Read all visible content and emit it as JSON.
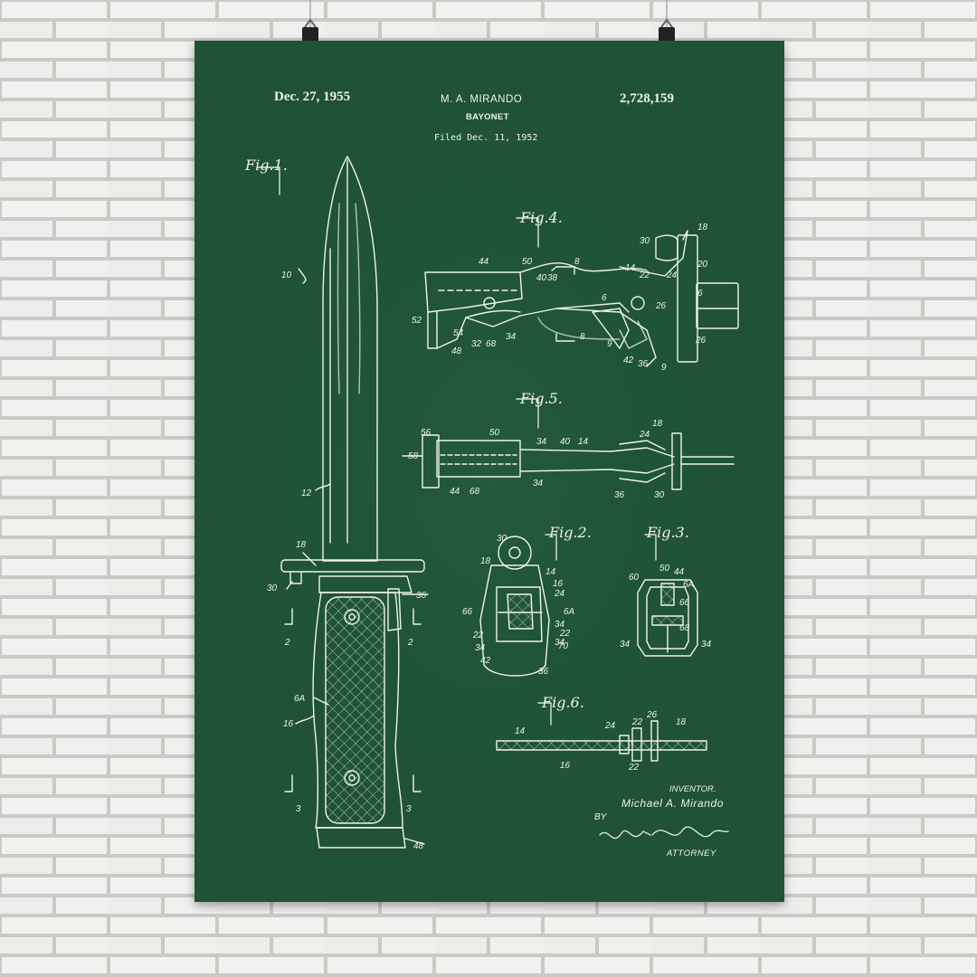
{
  "header": {
    "date": "Dec. 27, 1955",
    "inventor_heading": "M. A. MIRANDO",
    "title": "BAYONET",
    "filed": "Filed Dec. 11, 1952",
    "patent_number": "2,728,159"
  },
  "figures": {
    "fig1": "Fig.1.",
    "fig2": "Fig.2.",
    "fig3": "Fig.3.",
    "fig4": "Fig.4.",
    "fig5": "Fig.5.",
    "fig6": "Fig.6."
  },
  "signature": {
    "inventor_label": "INVENTOR.",
    "inventor_name": "Michael A. Mirando",
    "by_label": "BY",
    "attorney_label": "ATTORNEY"
  },
  "colors": {
    "chalkboard": "#1f5236",
    "chalk": "#eef2ee",
    "brick_wall": "#e9e9e7"
  }
}
